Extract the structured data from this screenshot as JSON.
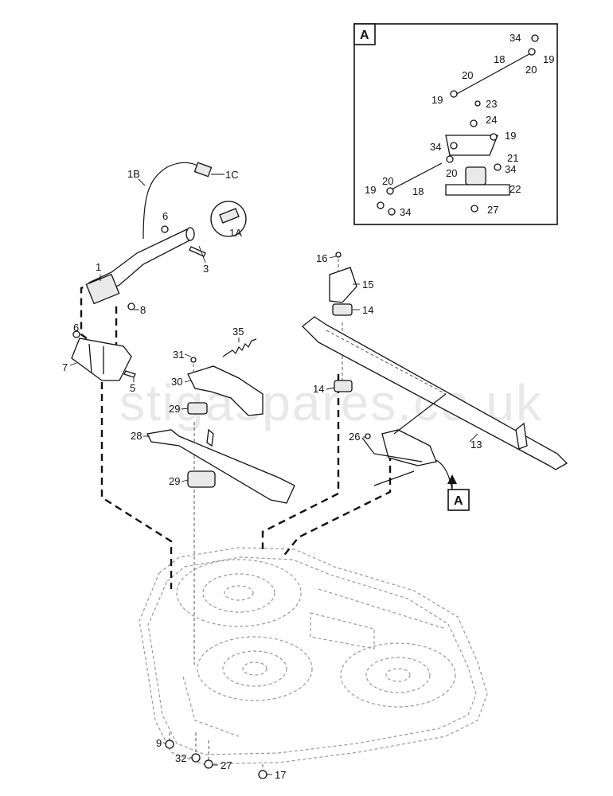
{
  "watermark": "stigaspares.co.uk",
  "inset": {
    "tag": "A"
  },
  "detail_marker": {
    "tag": "A"
  },
  "labels": {
    "l1B": "1B",
    "l1C": "1C",
    "l6a": "6",
    "l1A": "1A",
    "l3": "3",
    "l1": "1",
    "l8": "8",
    "l6b": "6",
    "l7": "7",
    "l5": "5",
    "l35": "35",
    "l31": "31",
    "l30": "30",
    "l29a": "29",
    "l28": "28",
    "l29b": "29",
    "l16": "16",
    "l15": "15",
    "l14a": "14",
    "l14b": "14",
    "l13": "13",
    "l26": "26",
    "l9": "9",
    "l32": "32",
    "l27": "27",
    "l17": "17",
    "i34a": "34",
    "i19a": "19",
    "i18a": "18",
    "i20a": "20",
    "i20b": "20",
    "i19b": "19",
    "i23": "23",
    "i24": "24",
    "i19c": "19",
    "i34b": "34",
    "i21": "21",
    "i20c": "20",
    "i34c": "34",
    "i20d": "20",
    "i18b": "18",
    "i22": "22",
    "i19d": "19",
    "i34d": "34",
    "i27": "27"
  },
  "colors": {
    "line": "#111111",
    "deck": "#9a9a9a",
    "watermark": "#d8d8d8"
  }
}
